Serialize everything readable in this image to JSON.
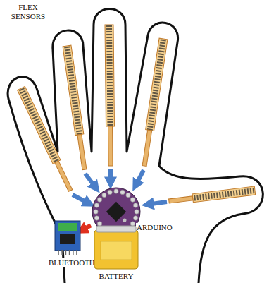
{
  "diagram": {
    "nodes": [
      {
        "text": [
          "ARDUINO"
        ]
      },
      {
        "text": [
          "BLUETOOTH"
        ]
      },
      {
        "text": [
          "BATTERY"
        ]
      }
    ],
    "edges": [
      {
        "from": 2,
        "to": 0,
        "arrow": "to"
      },
      {
        "from": 0,
        "to": 1,
        "arrow": "to"
      }
    ],
    "labels": [
      "FLEX SENSORS"
    ]
  }
}
